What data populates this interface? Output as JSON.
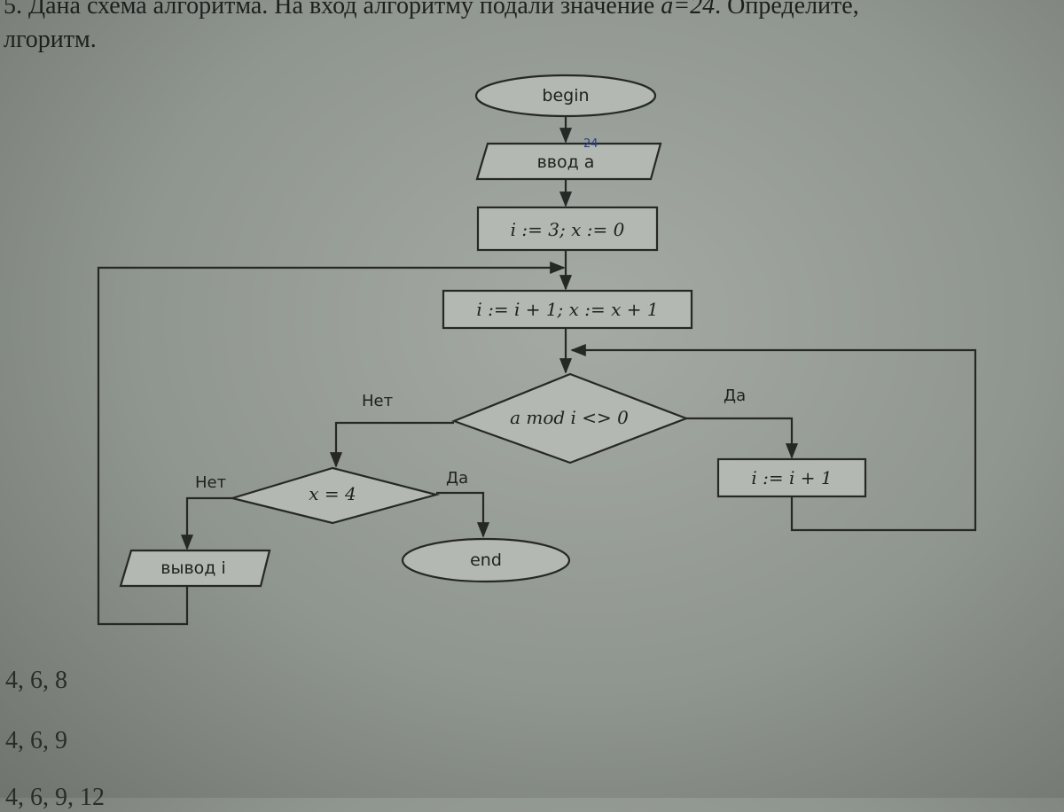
{
  "header": {
    "line1_prefix": "5. Дана схема алгоритма. На вход алгоритму подали значение ",
    "line1_value": "a=24",
    "line1_suffix": ". Определите,",
    "line2": "лгоритм."
  },
  "flowchart": {
    "begin": "begin",
    "input": "ввод a",
    "handwritten_note": "24",
    "init": "i := 3; x := 0",
    "increment": "i := i + 1; x := x + 1",
    "condition_mod": "a mod i <> 0",
    "mod_yes": "Да",
    "mod_no": "Нет",
    "increment_i": "i := i + 1",
    "condition_x": "x = 4",
    "x_yes": "Да",
    "x_no": "Нет",
    "output": "вывод i",
    "end": "end"
  },
  "answers": [
    "4, 6, 8",
    "4, 6, 9",
    "4, 6, 9, 12"
  ]
}
